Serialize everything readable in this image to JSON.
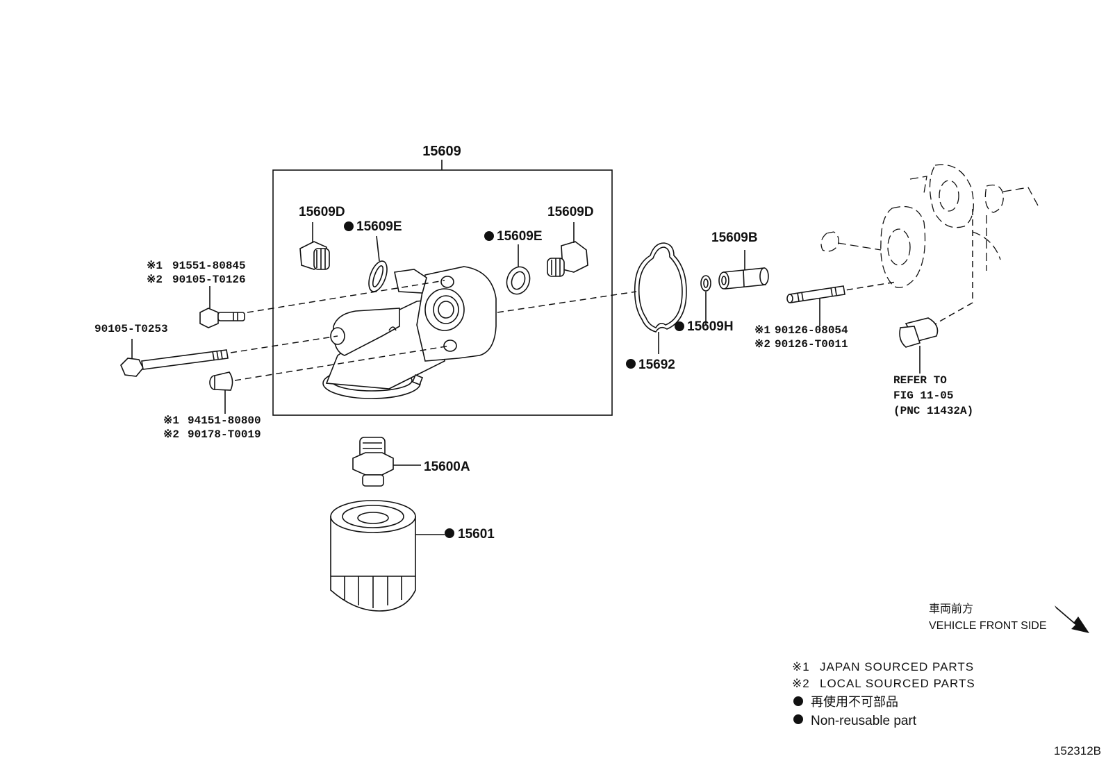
{
  "diagram": {
    "figure_code": "152312B",
    "group_label": "15609",
    "labels": {
      "d_left": "15609D",
      "e_left": "15609E",
      "e_right": "15609E",
      "d_right": "15609D",
      "b": "15609B",
      "h": "15609H",
      "gasket": "15692",
      "a": "15600A",
      "filter": "15601",
      "long_bolt": "90105-T0253",
      "bolt_1": "91551-80845",
      "bolt_2": "90105-T0126",
      "collar_1": "94151-80800",
      "collar_2": "90178-T0019",
      "stud_1": "90126-08054",
      "stud_2": "90126-T0011",
      "refer_line1": "REFER TO",
      "refer_line2": "FIG 11-05",
      "refer_line3": "(PNC 11432A)"
    },
    "marks": {
      "note1": "※1",
      "note2": "※2",
      "nonreuse": "●"
    },
    "front": {
      "jp": "車両前方",
      "en": "VEHICLE FRONT SIDE"
    },
    "legend": {
      "japan": "JAPAN SOURCED PARTS",
      "local": "LOCAL SOURCED PARTS",
      "nonreuse_jp": "再使用不可部品",
      "nonreuse_en": "Non-reusable part"
    }
  }
}
